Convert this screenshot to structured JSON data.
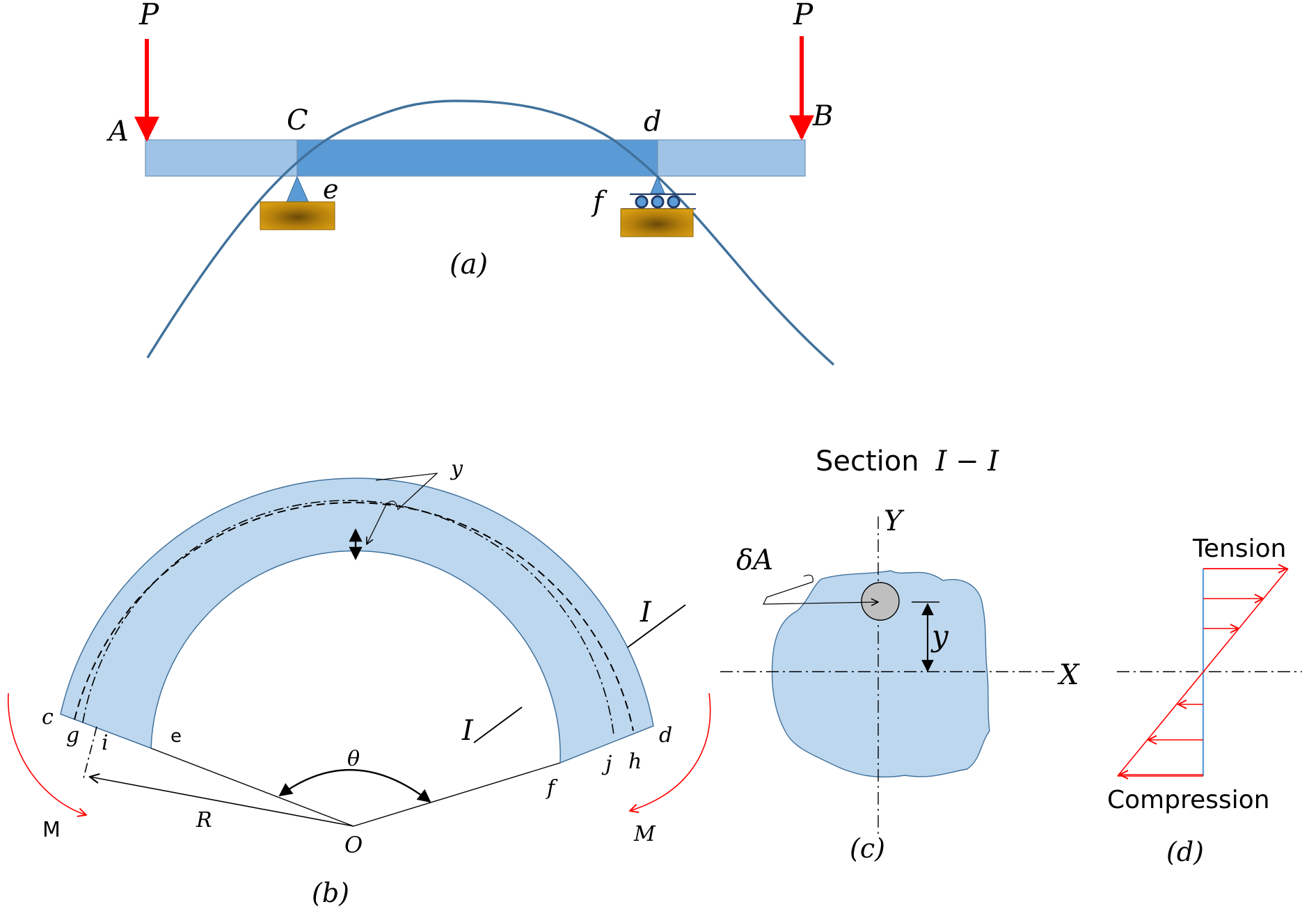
{
  "colors": {
    "beam_light": "#9ec3e6",
    "beam_dark": "#5b9bd5",
    "beam_stroke": "#6f8fb3",
    "curve": "#41719c",
    "force": "#ff0000",
    "ground": "#c8900c",
    "section_fill": "#bdd7ee",
    "element": "#bfbfbf"
  },
  "panel_a": {
    "load_left": "P",
    "load_right": "P",
    "end_left": "A",
    "end_right": "B",
    "support_left": "C",
    "support_right": "d",
    "support_left_pin": "e",
    "support_right_roller": "f",
    "caption": "(a)"
  },
  "panel_b": {
    "outer_left": "c",
    "outer_right": "d",
    "layer_left": "g",
    "neutral_left": "i",
    "inner_left": "e",
    "inner_right": "f",
    "neutral_right": "j",
    "layer_right": "h",
    "angle": "θ",
    "radius": "R",
    "center": "O",
    "moment_left": "M",
    "moment_right": "M",
    "offset": "y",
    "section_mark_outer": "I",
    "section_mark_inner": "I",
    "caption": "(b)"
  },
  "panel_c": {
    "title_word": "Section",
    "title_expr": "I − I",
    "axis_y": "Y",
    "axis_x": "X",
    "element": "δA",
    "distance": "y",
    "caption": "(c)"
  },
  "panel_d": {
    "tension": "Tension",
    "compression": "Compression",
    "caption": "(d)"
  }
}
